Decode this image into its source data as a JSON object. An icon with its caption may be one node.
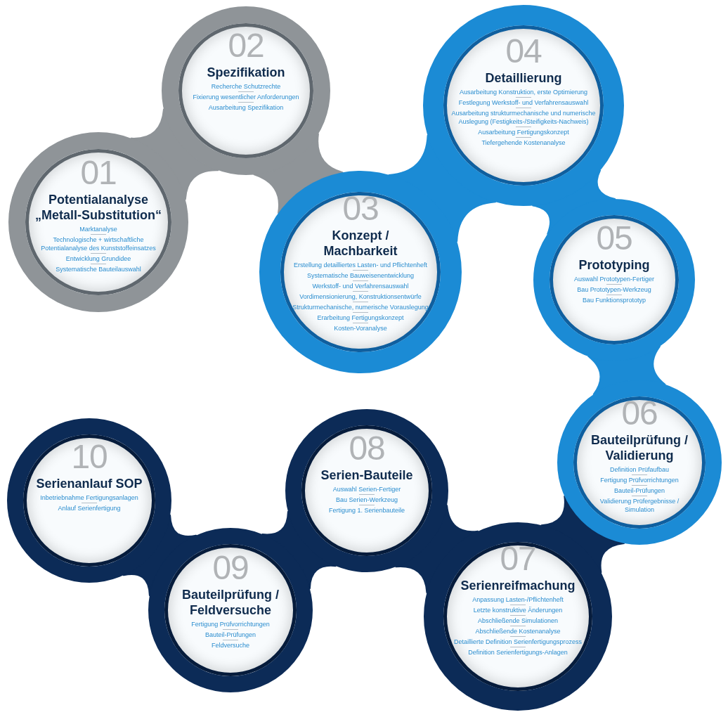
{
  "diagram": {
    "nodes": [
      {
        "text": [
          "01",
          "Potentialanalyse „Metall-Substitution“",
          "Marktanalyse",
          "Technologische + wirtschaftliche Potentialanalyse des Kunststoffeinsatzes",
          "Entwicklung Grundidee",
          "Systematische Bauteilauswahl"
        ]
      },
      {
        "text": [
          "02",
          "Spezifikation",
          "Recherche Schutzrechte",
          "Fixierung wesentlicher Anforderungen",
          "Ausarbeitung Spezifikation"
        ]
      },
      {
        "text": [
          "03",
          "Konzept / Machbarkeit",
          "Erstellung detailliertes Lasten- und Pflichtenheft",
          "Systematische Bauweisenentwicklung",
          "Werkstoff- und Verfahrensauswahl",
          "Vordimensionierung, Konstruktionsentwürfe",
          "Strukturmechanische, numerische Vorauslegung",
          "Erarbeitung Fertigungskonzept",
          "Kosten-Voranalyse"
        ]
      },
      {
        "text": [
          "04",
          "Detaillierung",
          "Ausarbeitung Konstruktion, erste Optimierung",
          "Festlegung Werkstoff- und Verfahrensauswahl",
          "Ausarbeitung strukturmechanische und numerische Auslegung (Festigkeits-/Steifigkeits-Nachweis)",
          "Ausarbeitung Fertigungskonzept",
          "Tiefergehende Kostenanalyse"
        ]
      },
      {
        "text": [
          "05",
          "Prototyping",
          "Auswahl Prototypen-Fertiger",
          "Bau Prototypen-Werkzeug",
          "Bau Funktionsprototyp"
        ]
      },
      {
        "text": [
          "06",
          "Bauteilprüfung / Validierung",
          "Definition Prüfaufbau",
          "Fertigung Prüfvorrichtungen",
          "Bauteil-Prüfungen",
          "Validierung Prüfergebnisse / Simulation"
        ]
      },
      {
        "text": [
          "07",
          "Serienreifmachung",
          "Anpassung Lasten-/Pflichtenheft",
          "Letzte konstruktive Änderungen",
          "Abschließende Simulationen",
          "Abschließende Kostenanalyse",
          "Detaillierte Definition Serienfertigungsprozess",
          "Definition Serienfertigungs-Anlagen"
        ]
      },
      {
        "text": [
          "08",
          "Serien-Bauteile",
          "Auswahl Serien-Fertiger",
          "Bau Serien-Werkzeug",
          "Fertigung 1. Serienbauteile"
        ]
      },
      {
        "text": [
          "09",
          "Bauteilprüfung / Feldversuche",
          "Fertigung Prüfvorrichtungen",
          "Bauteil-Prüfungen",
          "Feldversuche"
        ]
      },
      {
        "text": [
          "10",
          "Serienanlauf SOP",
          "Inbetriebnahme Fertigungsanlagen",
          "Anlauf Serienfertigung"
        ]
      }
    ],
    "edges": [
      {
        "from": 0,
        "to": 1,
        "arrow": "none",
        "color": "#8f9498"
      },
      {
        "from": 1,
        "to": 2,
        "arrow": "none",
        "color": "#8f9498"
      },
      {
        "from": 2,
        "to": 3,
        "arrow": "none",
        "color": "#1b8bd5"
      },
      {
        "from": 3,
        "to": 4,
        "arrow": "none",
        "color": "#1b8bd5"
      },
      {
        "from": 4,
        "to": 5,
        "arrow": "none",
        "color": "#1b8bd5"
      },
      {
        "from": 5,
        "to": 6,
        "arrow": "none"
      },
      {
        "from": 6,
        "to": 7,
        "arrow": "none"
      },
      {
        "from": 7,
        "to": 8,
        "arrow": "none"
      },
      {
        "from": 8,
        "to": 9,
        "arrow": "none"
      }
    ]
  }
}
